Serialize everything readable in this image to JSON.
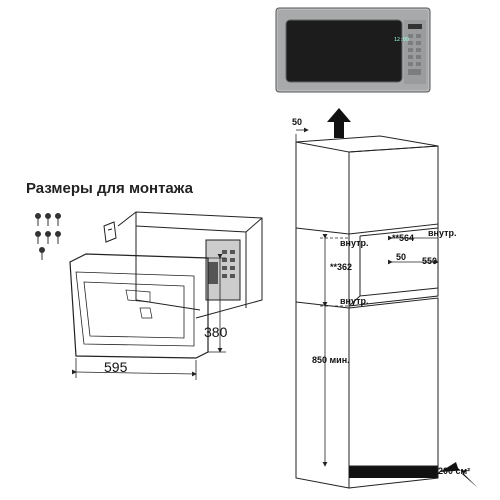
{
  "title": "Размеры для монтажа",
  "display_time": "12:00",
  "dimensions": {
    "frame_width": "595",
    "frame_height": "380",
    "top_clearance": "50",
    "niche_height": "**362",
    "niche_width": "**564",
    "niche_depth": "550",
    "niche_side": "50",
    "inner_top": "внутр.",
    "inner_right": "внутр.",
    "inner_bottom": "внутр.",
    "min_height": "850 мин.",
    "vent_area": "200 см²"
  },
  "colors": {
    "line": "#222222",
    "oven_body": "#a7a9ab",
    "oven_window": "#1c1c1c"
  },
  "icons": [
    "screw-icon",
    "bracket-icon",
    "arrow-up-icon",
    "arrow-in-icon"
  ]
}
